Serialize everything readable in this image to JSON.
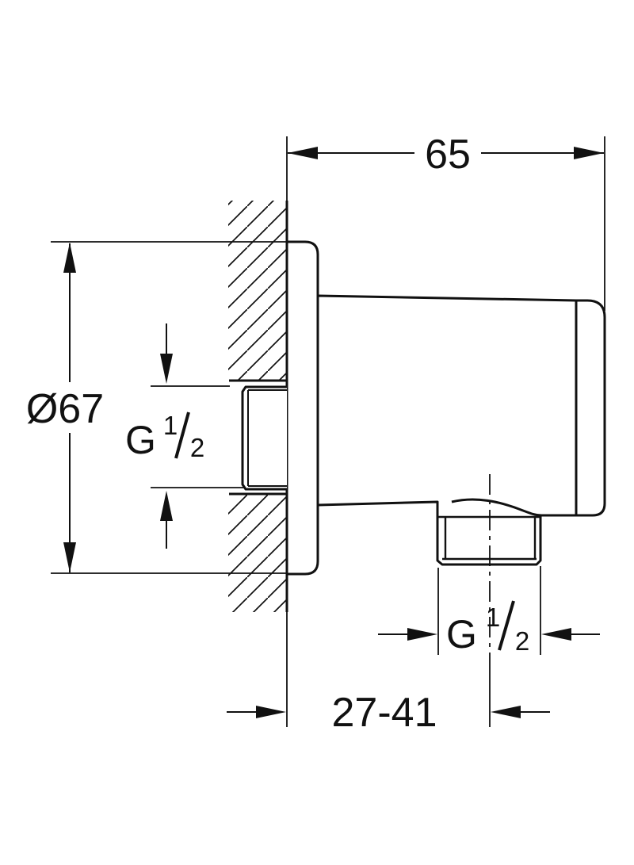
{
  "page": {
    "background_color": "#ffffff",
    "line_color": "#111111"
  },
  "drawing": {
    "kind": "technical-dimension-drawing",
    "subject": "wall-mounted shower outlet elbow, side view with wall section",
    "dimensions": {
      "top_width": {
        "value": "65"
      },
      "left_diameter": {
        "value": "Ø67"
      },
      "wall_thread": {
        "label": "G 1/2",
        "g": "G",
        "numerator": "1",
        "denominator": "2"
      },
      "outlet_thread": {
        "label": "G 1/2",
        "g": "G",
        "numerator": "1",
        "denominator": "2"
      },
      "depth_range": {
        "value": "27-41"
      }
    }
  }
}
